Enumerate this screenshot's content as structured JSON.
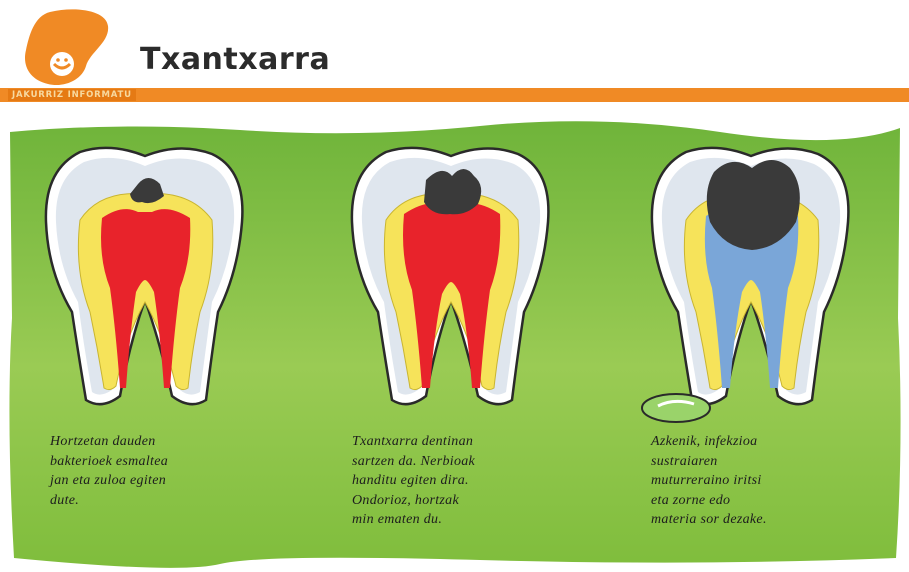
{
  "header": {
    "title": "Txantxarra",
    "band_label": "JAKURRIZ INFORMATU"
  },
  "colors": {
    "accent_orange": "#f08a25",
    "background_green": "#7cbf3a",
    "enamel": "#dfe6ee",
    "dentin": "#f6e35a",
    "pulp": "#e8232b",
    "pulp_infected": "#7aa6d8",
    "decay": "#3a3a3a",
    "abscess": "#9ad36a"
  },
  "icons": [
    "logo-icon"
  ],
  "stages": [
    {
      "lines": [
        "Hortzetan dauden",
        "bakterioek esmaltea",
        "jan eta zuloa egiten",
        "dute."
      ]
    },
    {
      "lines": [
        "Txantxarra dentinan",
        "sartzen da. Nerbioak",
        "handitu egiten dira.",
        "Ondorioz, hortzak",
        "min ematen du."
      ]
    },
    {
      "lines": [
        "Azkenik, infekzioa",
        "sustraiaren",
        "muturreraino iritsi",
        "eta zorne edo",
        "materia sor dezake."
      ]
    }
  ]
}
